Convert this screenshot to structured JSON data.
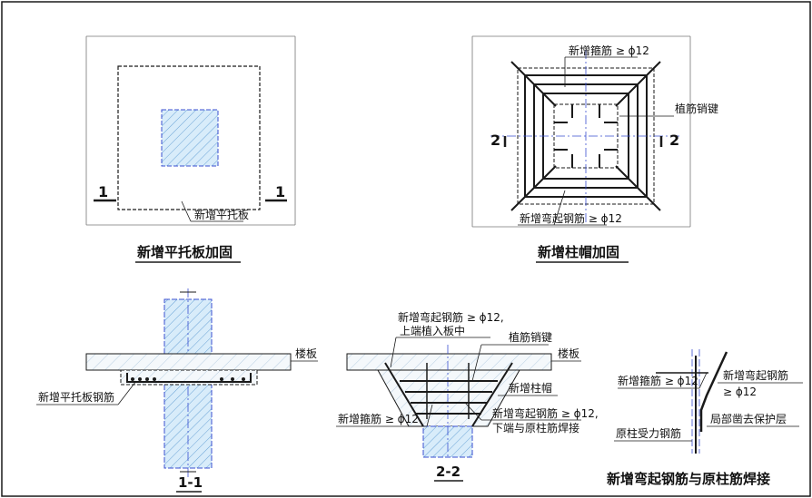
{
  "colors": {
    "line": "#1a1a1a",
    "centerline": "#3a4fd0",
    "hatch": "#6aa3d6",
    "column_fill": "#d8ecfa",
    "background": "#ffffff"
  },
  "drawings": {
    "flat_drop_panel": {
      "caption": "新增平托板加固",
      "panel_label": "新增平托板",
      "section_mark": "1"
    },
    "column_capital": {
      "caption": "新增柱帽加固",
      "stirrup_label": "新增箍筋 ≥ ϕ12",
      "dowel_label": "植筋销键",
      "bent_bar_label": "新增弯起钢筋 ≥ ϕ12",
      "section_mark": "2"
    },
    "section_1_1": {
      "caption": "1-1",
      "slab_label": "楼板",
      "rebar_label": "新增平托板钢筋"
    },
    "section_2_2": {
      "caption": "2-2",
      "bent_bar_label_1": "新增弯起钢筋 ≥ ϕ12,",
      "bent_bar_label_2": "上端植入板中",
      "dowel_label": "植筋销键",
      "slab_label": "楼板",
      "capital_label": "新增柱帽",
      "stirrup_label": "新增箍筋 ≥ ϕ12",
      "bent_bar_bottom_1": "新增弯起钢筋 ≥ ϕ12,",
      "bent_bar_bottom_2": "下端与原柱筋焊接"
    },
    "weld_detail": {
      "caption": "新增弯起钢筋与原柱筋焊接",
      "stirrup_label": "新增箍筋 ≥ ϕ12",
      "bent_bar_label_1": "新增弯起钢筋",
      "bent_bar_label_2": "≥ ϕ12",
      "cover_label": "局部凿去保护层",
      "main_bar_label": "原柱受力钢筋"
    }
  }
}
